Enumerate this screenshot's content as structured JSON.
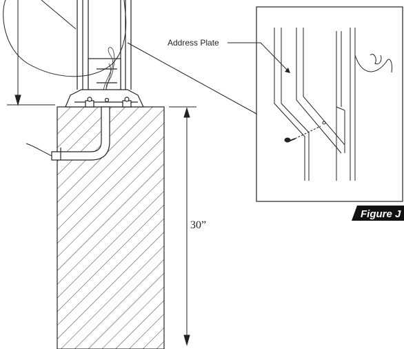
{
  "labels": {
    "callout": "Address Plate",
    "dimension": "30”",
    "figure": "Figure J"
  },
  "colors": {
    "line": "#222222",
    "figure_tag_bg": "#111111",
    "figure_tag_text": "#ffffff"
  }
}
